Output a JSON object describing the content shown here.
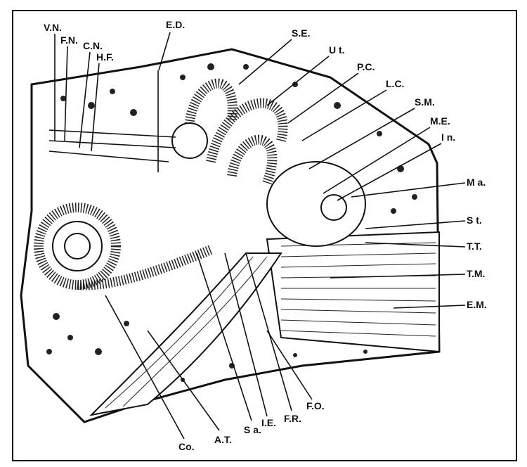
{
  "figure": {
    "labels": {
      "vn": "V.N.",
      "fn": "F.N.",
      "cn": "C.N.",
      "hf": "H.F.",
      "ed": "E.D.",
      "se": "S.E.",
      "ut": "U t.",
      "pc": "P.C.",
      "lc": "L.C.",
      "sm": "S.M.",
      "me": "M.E.",
      "in": "I n.",
      "ma": "M a.",
      "st": "S t.",
      "tt": "T.T.",
      "tm": "T.M.",
      "em": "E.M.",
      "fo": "F.O.",
      "fr": "F.R.",
      "ie": "I.E.",
      "sa": "S a.",
      "at": "A.T.",
      "co": "Co."
    }
  }
}
